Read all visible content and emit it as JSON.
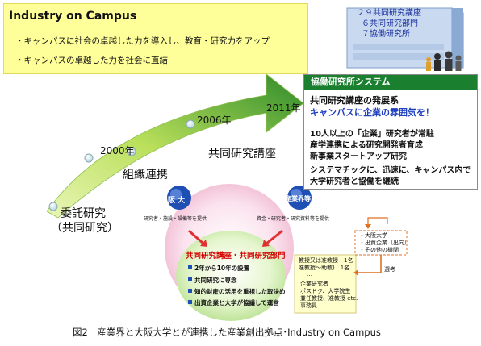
{
  "header": {
    "title": "Industry on Campus",
    "bullets": [
      "・キャンパスに社会の卓越した力を導入し、教育・研究力をアップ",
      "・キャンパスの卓越した力を社会に直結"
    ]
  },
  "building": {
    "lines": [
      "２９共同研究講座",
      "６共同研究部門",
      "７協働研究所"
    ]
  },
  "system": {
    "heading": "協働研究所システム",
    "line1": "共同研究講座の発展系",
    "line2": "キャンパスに企業の雰囲気を！",
    "line3": "10人以上の「企業」研究者が常駐",
    "line4": "産学連携による研究開発者育成",
    "line5": "新事業スタートアップ研究",
    "line6": "システマチックに、迅速に、キャンパス内で",
    "line7": "大学研究者と協働を継続"
  },
  "timeline": {
    "years": [
      "2000年",
      "2006年",
      "2011年"
    ],
    "stage1": "委託研究",
    "stage1b": "（共同研究）",
    "stage2": "組織連携",
    "stage3": "共同研究講座"
  },
  "diagram": {
    "handai": "阪 大",
    "handai_sub": "研究者・施設・設備等を提供",
    "industry": "産業界等",
    "industry_sub": "資金・研究者・研究資料等を提供",
    "center_title": "共同研究講座・共同研究部門",
    "bullets": [
      "2年から10年の設置",
      "共同研究に専念",
      "知的財産の活用を重視した取決め",
      "出資企業と大学が協議して運営"
    ],
    "left_note": [
      "教授又は准教授　1名",
      "准教授～助教)　1名",
      "…",
      "企業研究者",
      "ポスドク、大学院生",
      "兼任教授、准教授 etc.",
      "事務員"
    ],
    "right_note": [
      "・大阪大学",
      "・出資企業（出向）",
      "・その他の機関"
    ],
    "selection": "選考"
  },
  "caption": "図2　産業界と大阪大学とが連携した産業創出拠点･Industry on Campus",
  "colors": {
    "arrow_dark": "#2d8a2a",
    "arrow_light": "#d6ec6e",
    "system_header": "#1a7f2e",
    "highlight_blue": "#1f3fbf",
    "center_title_red": "#d40000"
  }
}
